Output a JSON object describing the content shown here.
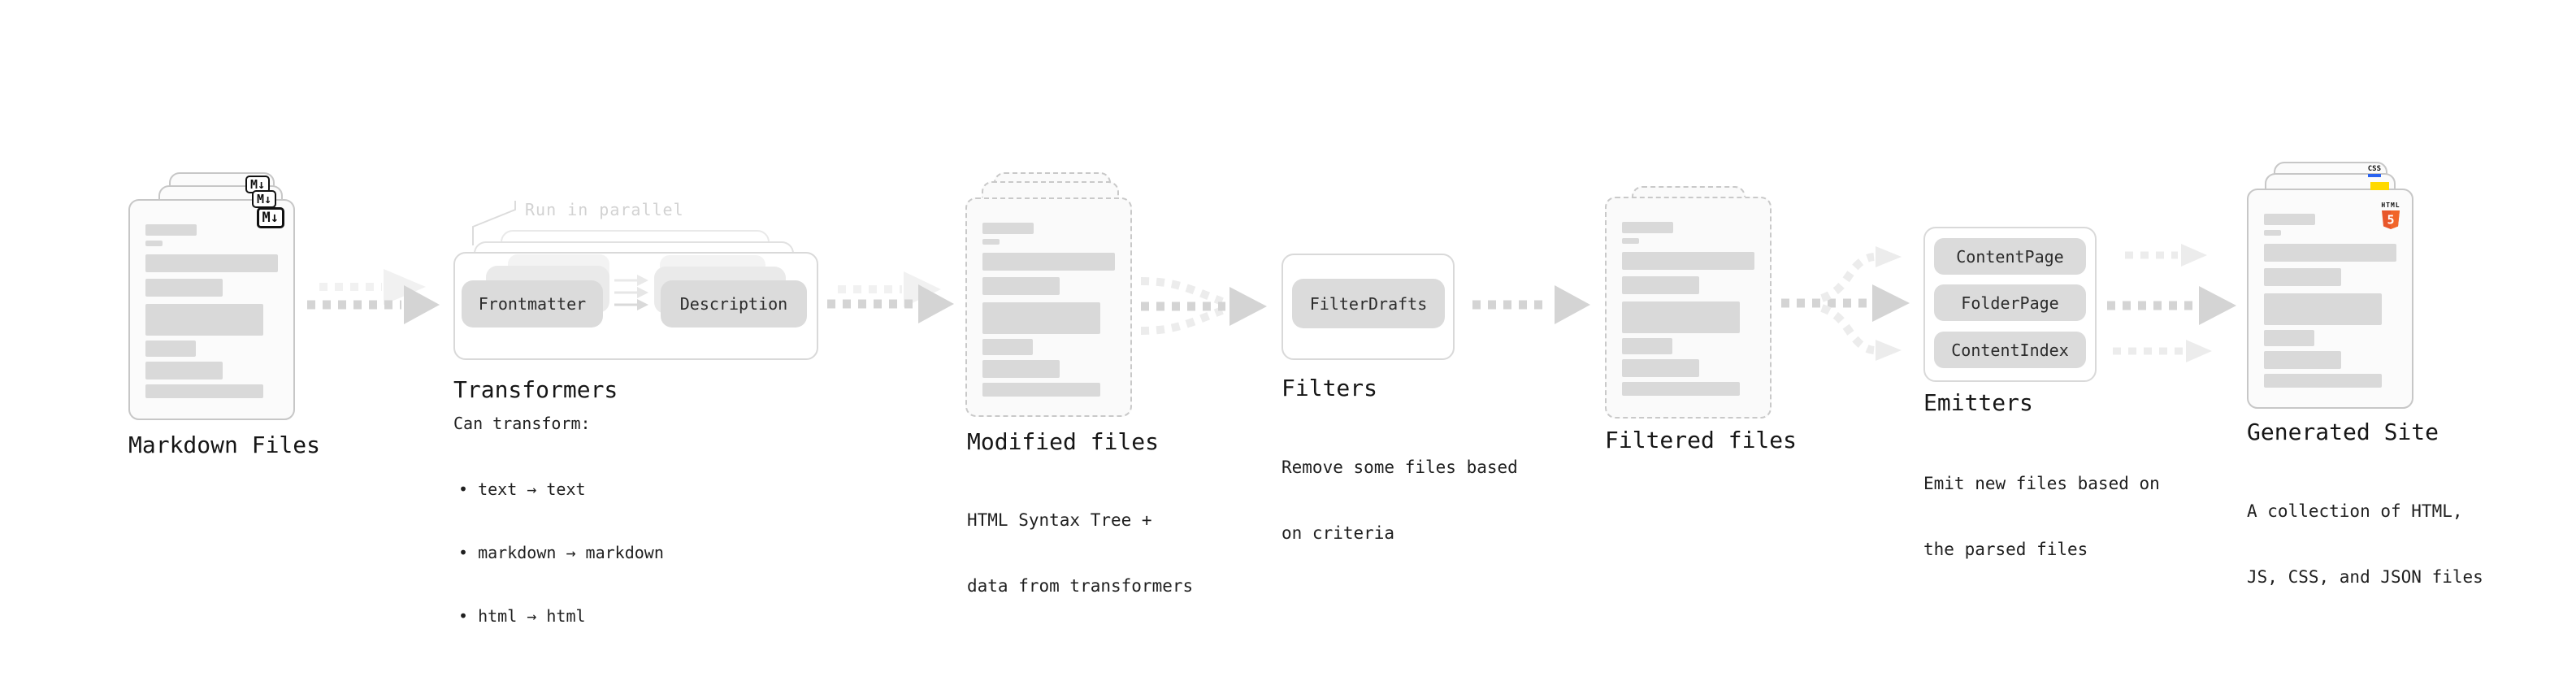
{
  "diagram": {
    "markdown_files": {
      "label": "Markdown Files",
      "badge": "M↓"
    },
    "transformers": {
      "label": "Transformers",
      "note": "Run in parallel",
      "pill_frontmatter": "Frontmatter",
      "pill_description": "Description",
      "can_transform": "Can transform:",
      "bullets": [
        "• text → text",
        "• markdown → markdown",
        "• html → html"
      ]
    },
    "modified_files": {
      "label": "Modified files",
      "desc_line1": "HTML Syntax Tree +",
      "desc_line2": "data from transformers"
    },
    "filters": {
      "label": "Filters",
      "pill": "FilterDrafts",
      "desc_line1": "Remove some files based",
      "desc_line2": "on criteria"
    },
    "filtered_files": {
      "label": "Filtered files"
    },
    "emitters": {
      "label": "Emitters",
      "pill_contentpage": "ContentPage",
      "pill_folderpage": "FolderPage",
      "pill_contentindex": "ContentIndex",
      "desc_line1": "Emit new files based on",
      "desc_line2": "the parsed files"
    },
    "generated_site": {
      "label": "Generated Site",
      "desc_line1": "A collection of HTML,",
      "desc_line2": "JS, CSS, and JSON files",
      "css_badge": "CSS",
      "html_badge": "HTML",
      "html5_number": "5"
    },
    "colors": {
      "html5_orange": "#e8572b",
      "js_yellow": "#ffd900",
      "css_blue": "#2962f0"
    }
  }
}
